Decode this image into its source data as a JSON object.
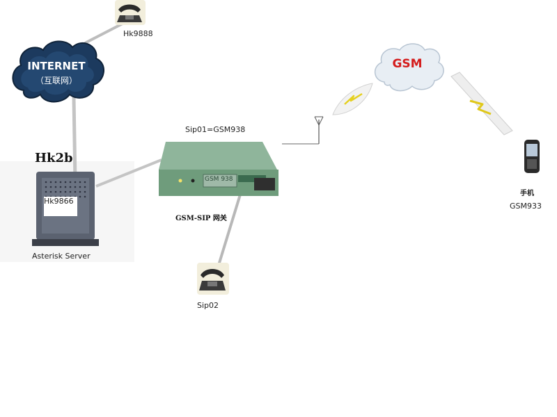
{
  "title_hk": "Hk2b",
  "internet": {
    "line1": "INTERNET",
    "line2": "（互联网）"
  },
  "gsm_cloud": "GSM",
  "phone_top_label": "Hk9888",
  "server": {
    "id_label": "Hk9866",
    "name": "Asterisk Server"
  },
  "gateway": {
    "top_label": "Sip01=GSM938",
    "name": "GSM-SIP 网关",
    "lcd_text": "GSM 938"
  },
  "phone_bottom_label": "Sip02",
  "mobile": {
    "label_cn": "手机",
    "label_id": "GSM933"
  },
  "colors": {
    "cloud_dark": "#1c3a5e",
    "cloud_light": "#e8eef4",
    "gsm_text": "#d41c1c",
    "link_line": "#c4c4c4",
    "device_green": "#6f9c7c"
  }
}
